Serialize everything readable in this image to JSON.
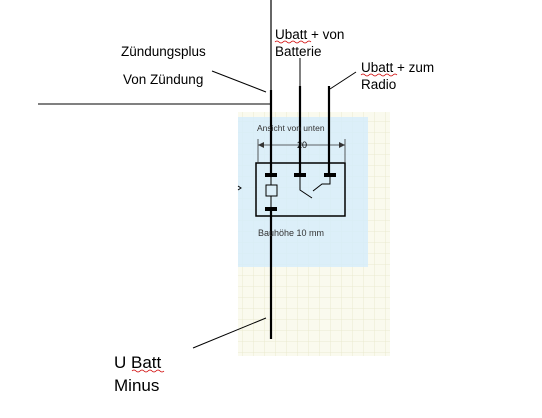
{
  "labels": {
    "ignition_plus": "Zündungsplus",
    "from_ignition": "Von Zündung",
    "ubatt_battery_line1": "Ubatt + von",
    "ubatt_battery_line2": "Batterie",
    "ubatt_radio_line1": "Ubatt + zum",
    "ubatt_radio_line2": "Radio",
    "view_from_below": "Ansicht von unten",
    "dimension": "20",
    "height": "Bauhöhe 10 mm",
    "minus_line1": "U Batt",
    "minus_line2": "Minus"
  },
  "colors": {
    "panel_light": "#d6ecfa",
    "grid_bg": "#fafaee",
    "grid_line": "#e6e6c8",
    "line": "#000000"
  }
}
